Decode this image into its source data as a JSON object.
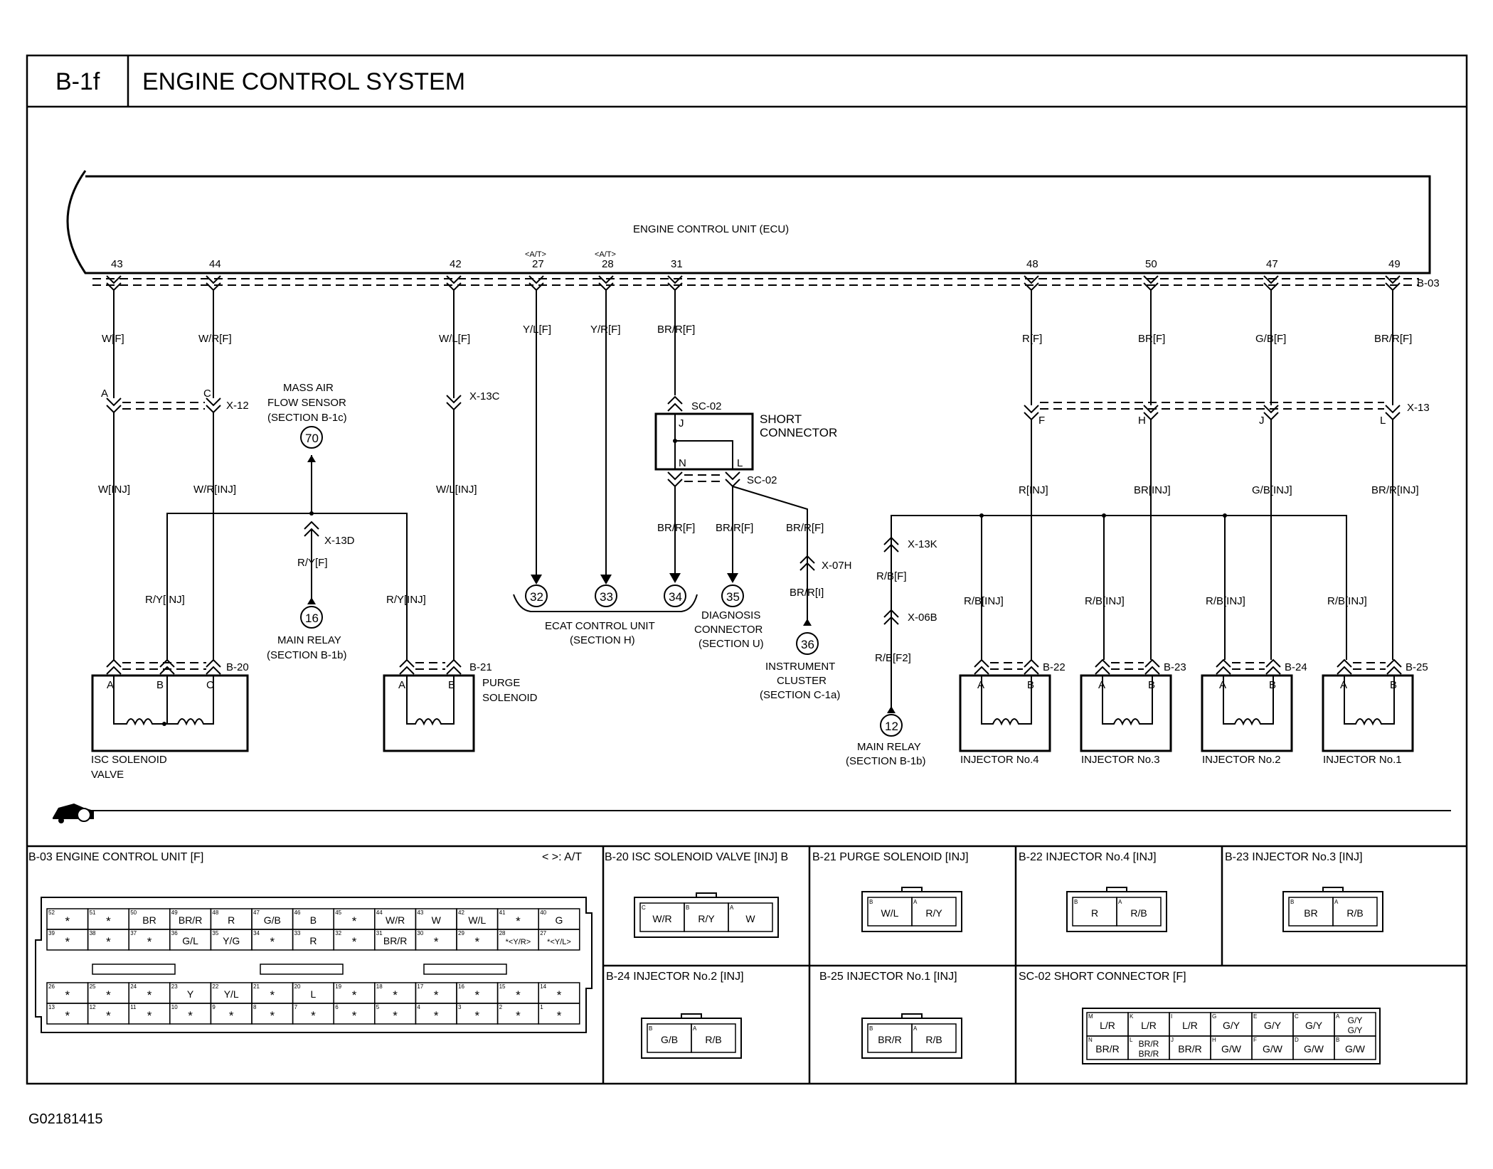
{
  "header": {
    "code": "B-1f",
    "title": "ENGINE CONTROL SYSTEM"
  },
  "ecu": {
    "title": "ENGINE CONTROL UNIT (ECU)",
    "connector": "B-03",
    "at_mark": "<A/T>",
    "pins": [
      {
        "num": "43",
        "wire": "W[F]"
      },
      {
        "num": "44",
        "wire": "W/R[F]"
      },
      {
        "num": "42",
        "wire": "W/L[F]"
      },
      {
        "num": "27",
        "wire": "Y/L[F]"
      },
      {
        "num": "28",
        "wire": "Y/R[F]"
      },
      {
        "num": "31",
        "wire": "BR/R[F]"
      },
      {
        "num": "48",
        "wire": "R[F]"
      },
      {
        "num": "50",
        "wire": "BR[F]"
      },
      {
        "num": "47",
        "wire": "G/B[F]"
      },
      {
        "num": "49",
        "wire": "BR/R[F]"
      }
    ]
  },
  "connectors": {
    "x12": "X-12",
    "x12_a": "A",
    "x12_c": "C",
    "x13c": "X-13C",
    "x13": "X-13",
    "x13_f": "F",
    "x13_h": "H",
    "x13_j": "J",
    "x13_l": "L",
    "x13d": "X-13D",
    "x07h": "X-07H",
    "x13k": "X-13K",
    "x06b": "X-06B",
    "sc02": "SC-02",
    "sc02_j": "J",
    "sc02_n": "N",
    "sc02_l": "L"
  },
  "wires": {
    "w_inj": "W[INJ]",
    "wr_inj": "W/R[INJ]",
    "wl_inj": "W/L[INJ]",
    "r_inj": "R[INJ]",
    "br_inj": "BR[INJ]",
    "gb_inj": "G/B[INJ]",
    "brr_inj": "BR/R[INJ]",
    "ry_inj_1": "R/Y[INJ]",
    "ry_inj_2": "R/Y[INJ]",
    "ry_f": "R/Y[F]",
    "brr_f_1": "BR/R[F]",
    "brr_f_2": "BR/R[F]",
    "brr_f_3": "BR/R[F]",
    "brr_i": "BR/R[I]",
    "rb_f": "R/B[F]",
    "rb_f2": "R/B[F2]",
    "rb_inj_1": "R/B[INJ]",
    "rb_inj_2": "R/B[INJ]",
    "rb_inj_3": "R/B[INJ]",
    "rb_inj_4": "R/B[INJ]"
  },
  "components": {
    "maf": [
      "MASS AIR",
      "FLOW SENSOR",
      "(SECTION B-1c)"
    ],
    "maf_num": "70",
    "main_relay_1": [
      "MAIN RELAY",
      "(SECTION B-1b)"
    ],
    "main_relay_1_num": "16",
    "short_connector": [
      "SHORT",
      "CONNECTOR"
    ],
    "ecat": [
      "ECAT CONTROL UNIT",
      "(SECTION H)"
    ],
    "ecat_nums": [
      "32",
      "33",
      "34"
    ],
    "diag": [
      "DIAGNOSIS",
      "CONNECTOR",
      "(SECTION U)"
    ],
    "diag_num": "35",
    "cluster": [
      "INSTRUMENT",
      "CLUSTER",
      "(SECTION C-1a)"
    ],
    "cluster_num": "36",
    "main_relay_2": [
      "MAIN RELAY",
      "(SECTION B-1b)"
    ],
    "main_relay_2_num": "12",
    "isc": {
      "conn": "B-20",
      "name": [
        "ISC SOLENOID",
        "VALVE"
      ],
      "pins": [
        "A",
        "B",
        "C"
      ]
    },
    "purge": {
      "conn": "B-21",
      "name": [
        "PURGE",
        "SOLENOID"
      ],
      "pins": [
        "A",
        "B"
      ]
    },
    "injectors": [
      {
        "conn": "B-22",
        "name": "INJECTOR No.4",
        "pins": [
          "A",
          "B"
        ]
      },
      {
        "conn": "B-23",
        "name": "INJECTOR No.3",
        "pins": [
          "A",
          "B"
        ]
      },
      {
        "conn": "B-24",
        "name": "INJECTOR No.2",
        "pins": [
          "A",
          "B"
        ]
      },
      {
        "conn": "B-25",
        "name": "INJECTOR No.1",
        "pins": [
          "A",
          "B"
        ]
      }
    ]
  },
  "panels": {
    "b03": {
      "title": "B-03 ENGINE CONTROL UNIT [F]",
      "at_note": "< >: A/T",
      "rows": [
        [
          [
            "52",
            "*"
          ],
          [
            "51",
            "*"
          ],
          [
            "50",
            "BR"
          ],
          [
            "49",
            "BR/R"
          ],
          [
            "48",
            "R"
          ],
          [
            "47",
            "G/B"
          ],
          [
            "46",
            "B"
          ],
          [
            "45",
            "*"
          ],
          [
            "44",
            "W/R"
          ],
          [
            "43",
            "W"
          ],
          [
            "42",
            "W/L"
          ],
          [
            "41",
            "*"
          ],
          [
            "40",
            "G"
          ]
        ],
        [
          [
            "39",
            "*"
          ],
          [
            "38",
            "*"
          ],
          [
            "37",
            "*"
          ],
          [
            "36",
            "G/L"
          ],
          [
            "35",
            "Y/G"
          ],
          [
            "34",
            "*"
          ],
          [
            "33",
            "R"
          ],
          [
            "32",
            "*"
          ],
          [
            "31",
            "BR/R"
          ],
          [
            "30",
            "*"
          ],
          [
            "29",
            "*"
          ],
          [
            "28",
            "*<Y/R>"
          ],
          [
            "27",
            "*<Y/L>"
          ]
        ],
        [
          [
            "26",
            "*"
          ],
          [
            "25",
            "*"
          ],
          [
            "24",
            "*"
          ],
          [
            "23",
            "Y"
          ],
          [
            "22",
            "Y/L"
          ],
          [
            "21",
            "*"
          ],
          [
            "20",
            "L"
          ],
          [
            "19",
            "*"
          ],
          [
            "18",
            "*"
          ],
          [
            "17",
            "*"
          ],
          [
            "16",
            "*"
          ],
          [
            "15",
            "*"
          ],
          [
            "14",
            "*"
          ]
        ],
        [
          [
            "13",
            "*"
          ],
          [
            "12",
            "*"
          ],
          [
            "11",
            "*"
          ],
          [
            "10",
            "*"
          ],
          [
            "9",
            "*"
          ],
          [
            "8",
            "*"
          ],
          [
            "7",
            "*"
          ],
          [
            "6",
            "*"
          ],
          [
            "5",
            "*"
          ],
          [
            "4",
            "*"
          ],
          [
            "3",
            "*"
          ],
          [
            "2",
            "*"
          ],
          [
            "1",
            "*"
          ]
        ]
      ]
    },
    "b20": {
      "title": "B-20 ISC SOLENOID VALVE [INJ] B",
      "cells": [
        [
          "C",
          "W/R"
        ],
        [
          "B",
          "R/Y"
        ],
        [
          "A",
          "W"
        ]
      ]
    },
    "b21": {
      "title": "B-21 PURGE SOLENOID [INJ]",
      "cells": [
        [
          "B",
          "W/L"
        ],
        [
          "A",
          "R/Y"
        ]
      ]
    },
    "b22": {
      "title": "B-22 INJECTOR No.4 [INJ]",
      "cells": [
        [
          "B",
          "R"
        ],
        [
          "A",
          "R/B"
        ]
      ]
    },
    "b23": {
      "title": "B-23 INJECTOR No.3 [INJ]",
      "cells": [
        [
          "B",
          "BR"
        ],
        [
          "A",
          "R/B"
        ]
      ]
    },
    "b24": {
      "title": "B-24 INJECTOR No.2 [INJ]",
      "cells": [
        [
          "B",
          "G/B"
        ],
        [
          "A",
          "R/B"
        ]
      ]
    },
    "b25": {
      "title": "B-25 INJECTOR No.1 [INJ]",
      "cells": [
        [
          "B",
          "BR/R"
        ],
        [
          "A",
          "R/B"
        ]
      ]
    },
    "sc02": {
      "title": "SC-02 SHORT CONNECTOR [F]",
      "rows": [
        [
          [
            "M",
            "L/R"
          ],
          [
            "K",
            "L/R"
          ],
          [
            "I",
            "L/R"
          ],
          [
            "G",
            "G/Y"
          ],
          [
            "E",
            "G/Y"
          ],
          [
            "C",
            "G/Y"
          ],
          [
            "A",
            "G/Y G/Y"
          ]
        ],
        [
          [
            "N",
            "BR/R"
          ],
          [
            "L",
            "BR/R BR/R"
          ],
          [
            "J",
            "BR/R"
          ],
          [
            "H",
            "G/W"
          ],
          [
            "F",
            "G/W"
          ],
          [
            "D",
            "G/W"
          ],
          [
            "B",
            "G/W"
          ]
        ]
      ]
    }
  },
  "footer": {
    "code": "G02181415"
  }
}
